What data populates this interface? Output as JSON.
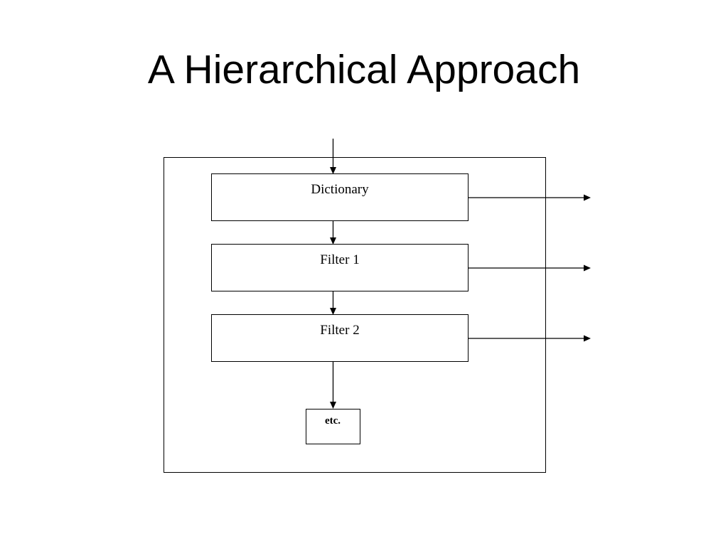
{
  "slide": {
    "title": "A Hierarchical Approach"
  },
  "diagram": {
    "stages": [
      {
        "label": "Dictionary"
      },
      {
        "label": "Filter 1"
      },
      {
        "label": "Filter 2"
      }
    ],
    "terminal": {
      "label": "etc."
    }
  },
  "colors": {
    "background": "#ffffff",
    "lines": "#000000",
    "text": "#000000"
  }
}
